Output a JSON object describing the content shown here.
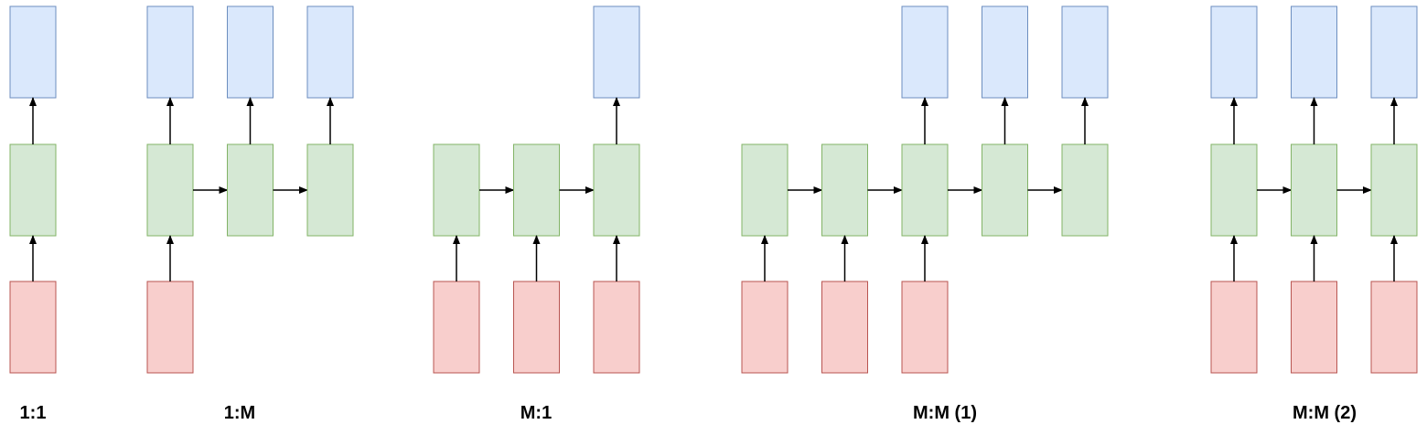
{
  "colors": {
    "output_fill": "#dae8fc",
    "output_stroke": "#6c8ebf",
    "hidden_fill": "#d5e8d4",
    "hidden_stroke": "#82b366",
    "input_fill": "#f8cecc",
    "input_stroke": "#b85450",
    "arrow": "#000000"
  },
  "diagrams": [
    {
      "id": "one-to-one",
      "label": "1:1",
      "timesteps": [
        {
          "input": true,
          "output": true
        }
      ]
    },
    {
      "id": "one-to-many",
      "label": "1:M",
      "timesteps": [
        {
          "input": true,
          "output": true
        },
        {
          "input": false,
          "output": true
        },
        {
          "input": false,
          "output": true
        }
      ]
    },
    {
      "id": "many-to-one",
      "label": "M:1",
      "timesteps": [
        {
          "input": true,
          "output": false
        },
        {
          "input": true,
          "output": false
        },
        {
          "input": true,
          "output": true
        }
      ]
    },
    {
      "id": "many-to-many-1",
      "label": "M:M (1)",
      "timesteps": [
        {
          "input": true,
          "output": false
        },
        {
          "input": true,
          "output": false
        },
        {
          "input": true,
          "output": true
        },
        {
          "input": false,
          "output": true
        },
        {
          "input": false,
          "output": true
        }
      ]
    },
    {
      "id": "many-to-many-2",
      "label": "M:M (2)",
      "timesteps": [
        {
          "input": true,
          "output": true
        },
        {
          "input": true,
          "output": true
        },
        {
          "input": true,
          "output": true
        }
      ]
    }
  ]
}
